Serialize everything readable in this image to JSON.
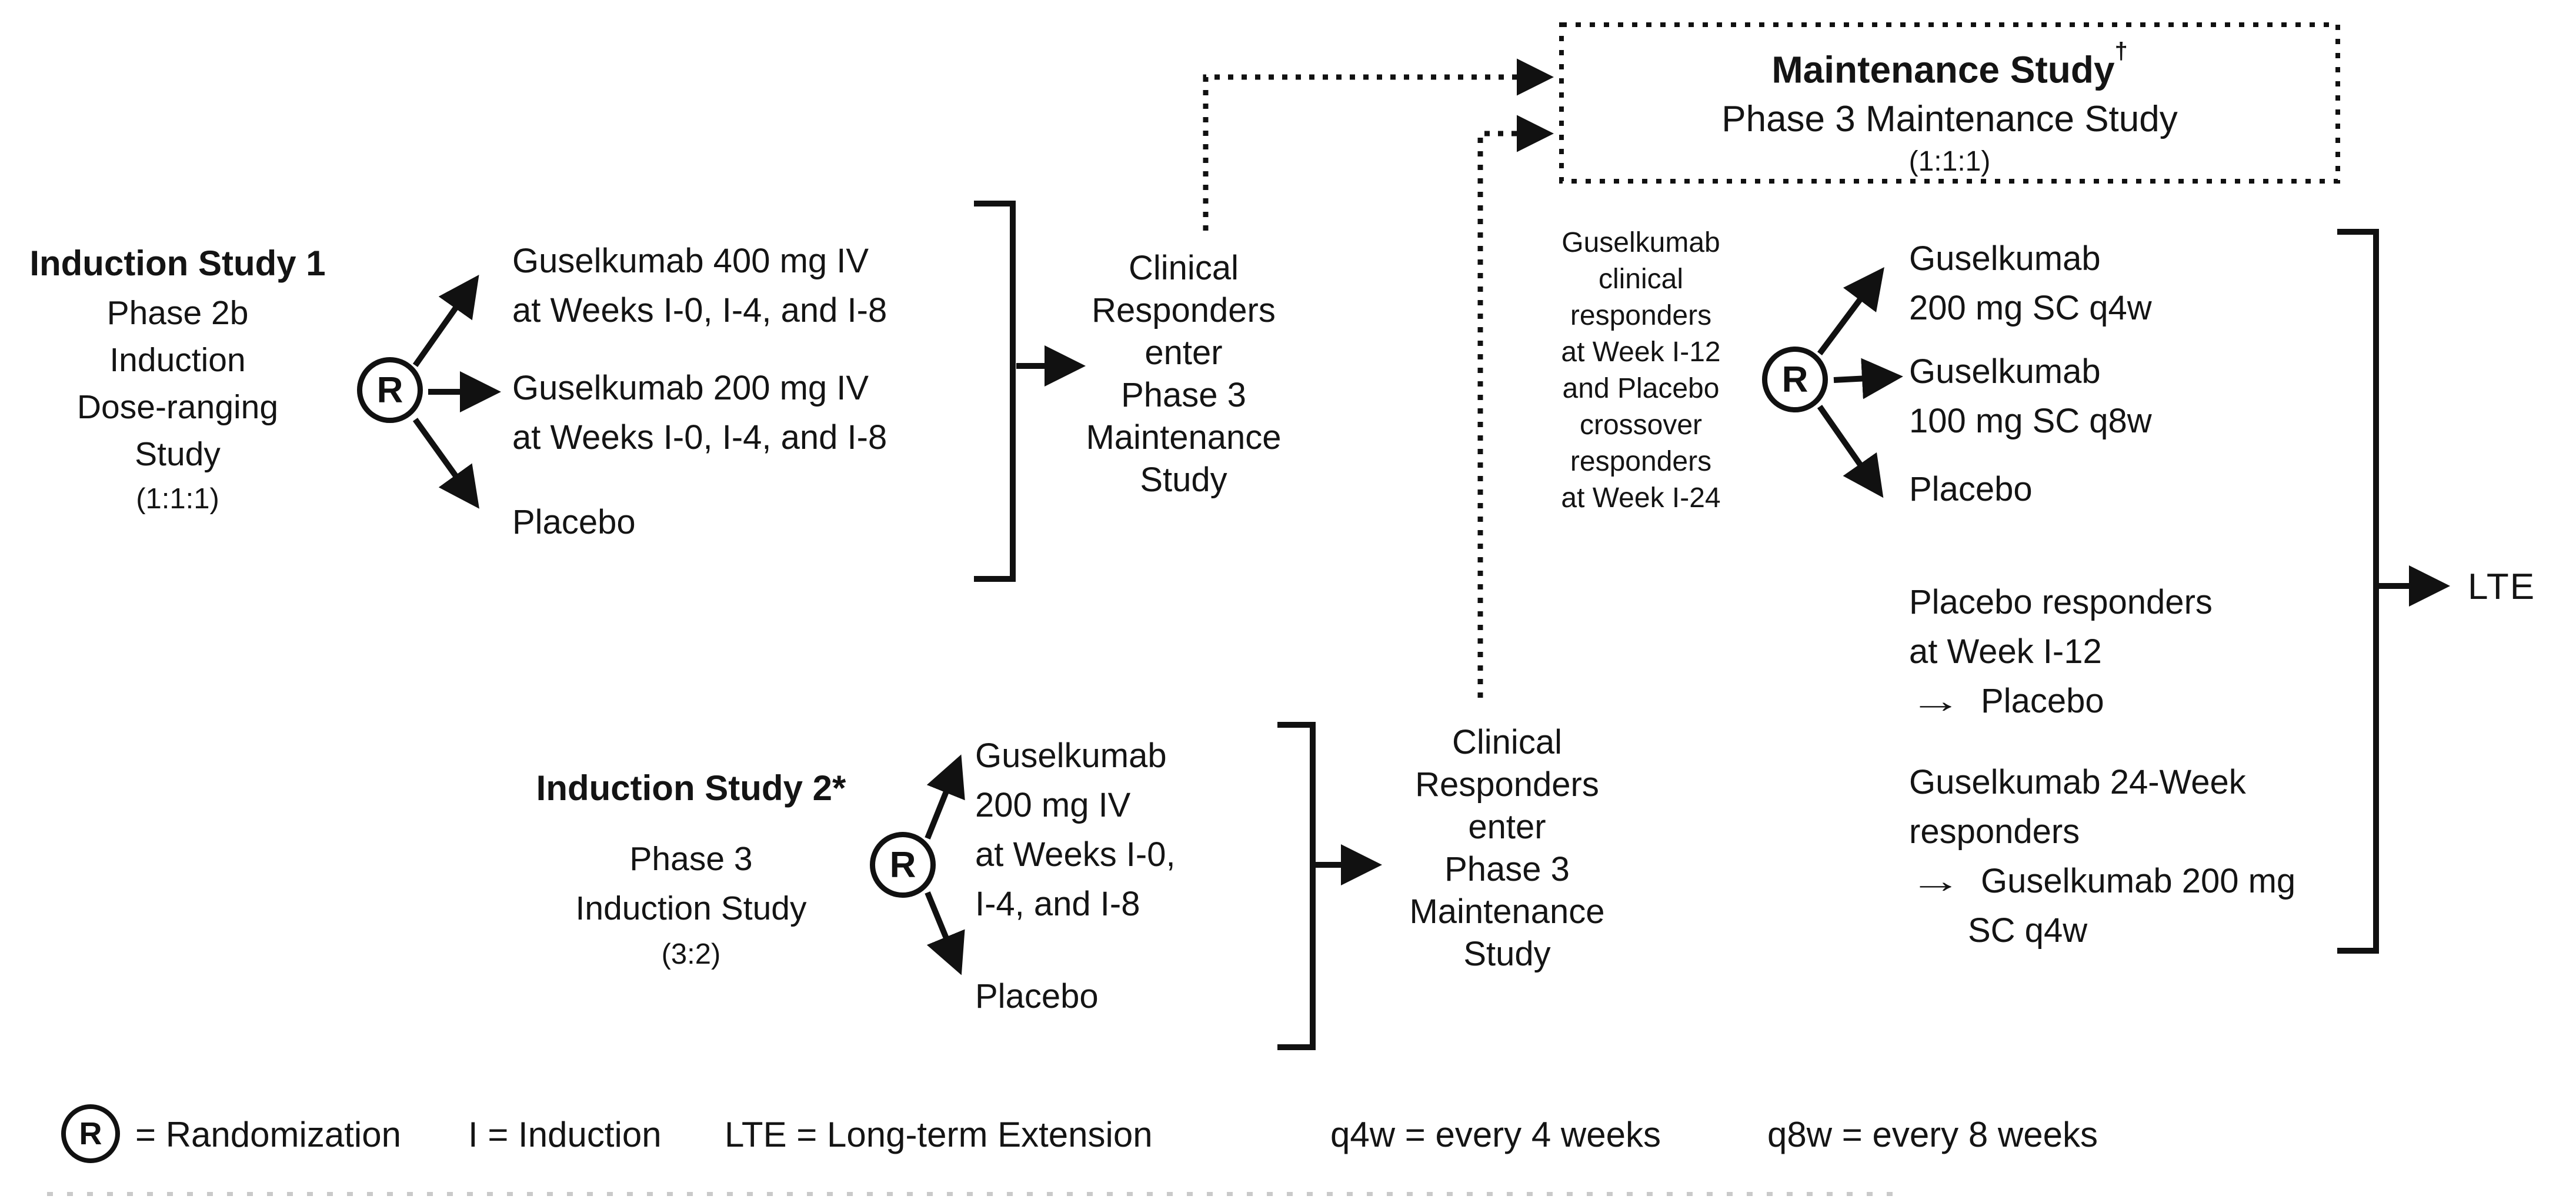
{
  "palette": {
    "ink": "#111111",
    "background": "#ffffff"
  },
  "induction_study_1": {
    "title": "Induction Study 1",
    "subtitle_lines": [
      "Phase 2b",
      "Induction",
      "Dose-ranging",
      "Study",
      "(1:1:1)"
    ],
    "r_symbol": "R",
    "arms": [
      {
        "line1": "Guselkumab 400 mg IV",
        "line2": "at Weeks I-0, I-4, and I-8"
      },
      {
        "line1": "Guselkumab 200 mg IV",
        "line2": "at Weeks I-0, I-4, and I-8"
      },
      {
        "line1": "Placebo"
      }
    ]
  },
  "responders_1": {
    "lines": [
      "Clinical",
      "Responders",
      "enter",
      "Phase 3",
      "Maintenance",
      "Study"
    ]
  },
  "maintenance_box": {
    "title": "Maintenance Study",
    "dagger": "†",
    "subtitle": "Phase 3 Maintenance Study",
    "ratio": "(1:1:1)"
  },
  "mid_note": {
    "lines": [
      "Guselkumab",
      "clinical",
      "responders",
      "at Week I-12",
      "and Placebo",
      "crossover",
      "responders",
      "at Week I-24"
    ],
    "r_symbol": "R"
  },
  "maintenance_arms": [
    {
      "line1": "Guselkumab",
      "line2": "200 mg SC q4w"
    },
    {
      "line1": "Guselkumab",
      "line2": "100 mg SC q8w"
    },
    {
      "line1": "Placebo"
    }
  ],
  "placebo_responders": {
    "lines": [
      "Placebo responders",
      "at Week I-12"
    ],
    "arrow": "→",
    "target": "Placebo"
  },
  "gus_24wk": {
    "lines": [
      "Guselkumab 24-Week",
      "responders"
    ],
    "arrow": "→",
    "target_line1": "Guselkumab 200 mg",
    "target_line2": "SC q4w"
  },
  "lte_label": "LTE",
  "induction_study_2": {
    "title": "Induction Study 2*",
    "subtitle_lines": [
      "Phase 3",
      "Induction Study",
      "(3:2)"
    ],
    "r_symbol": "R",
    "arm1_lines": [
      "Guselkumab",
      "200 mg IV",
      "at Weeks I-0,",
      "I-4, and I-8"
    ],
    "arm2_line": "Placebo"
  },
  "responders_2": {
    "lines": [
      "Clinical",
      "Responders",
      "enter",
      "Phase 3",
      "Maintenance",
      "Study"
    ]
  },
  "legend": {
    "r_symbol": "R",
    "items": [
      "= Randomization",
      "I = Induction",
      "LTE = Long-term Extension",
      "q4w = every 4 weeks",
      "q8w = every 8 weeks"
    ]
  }
}
